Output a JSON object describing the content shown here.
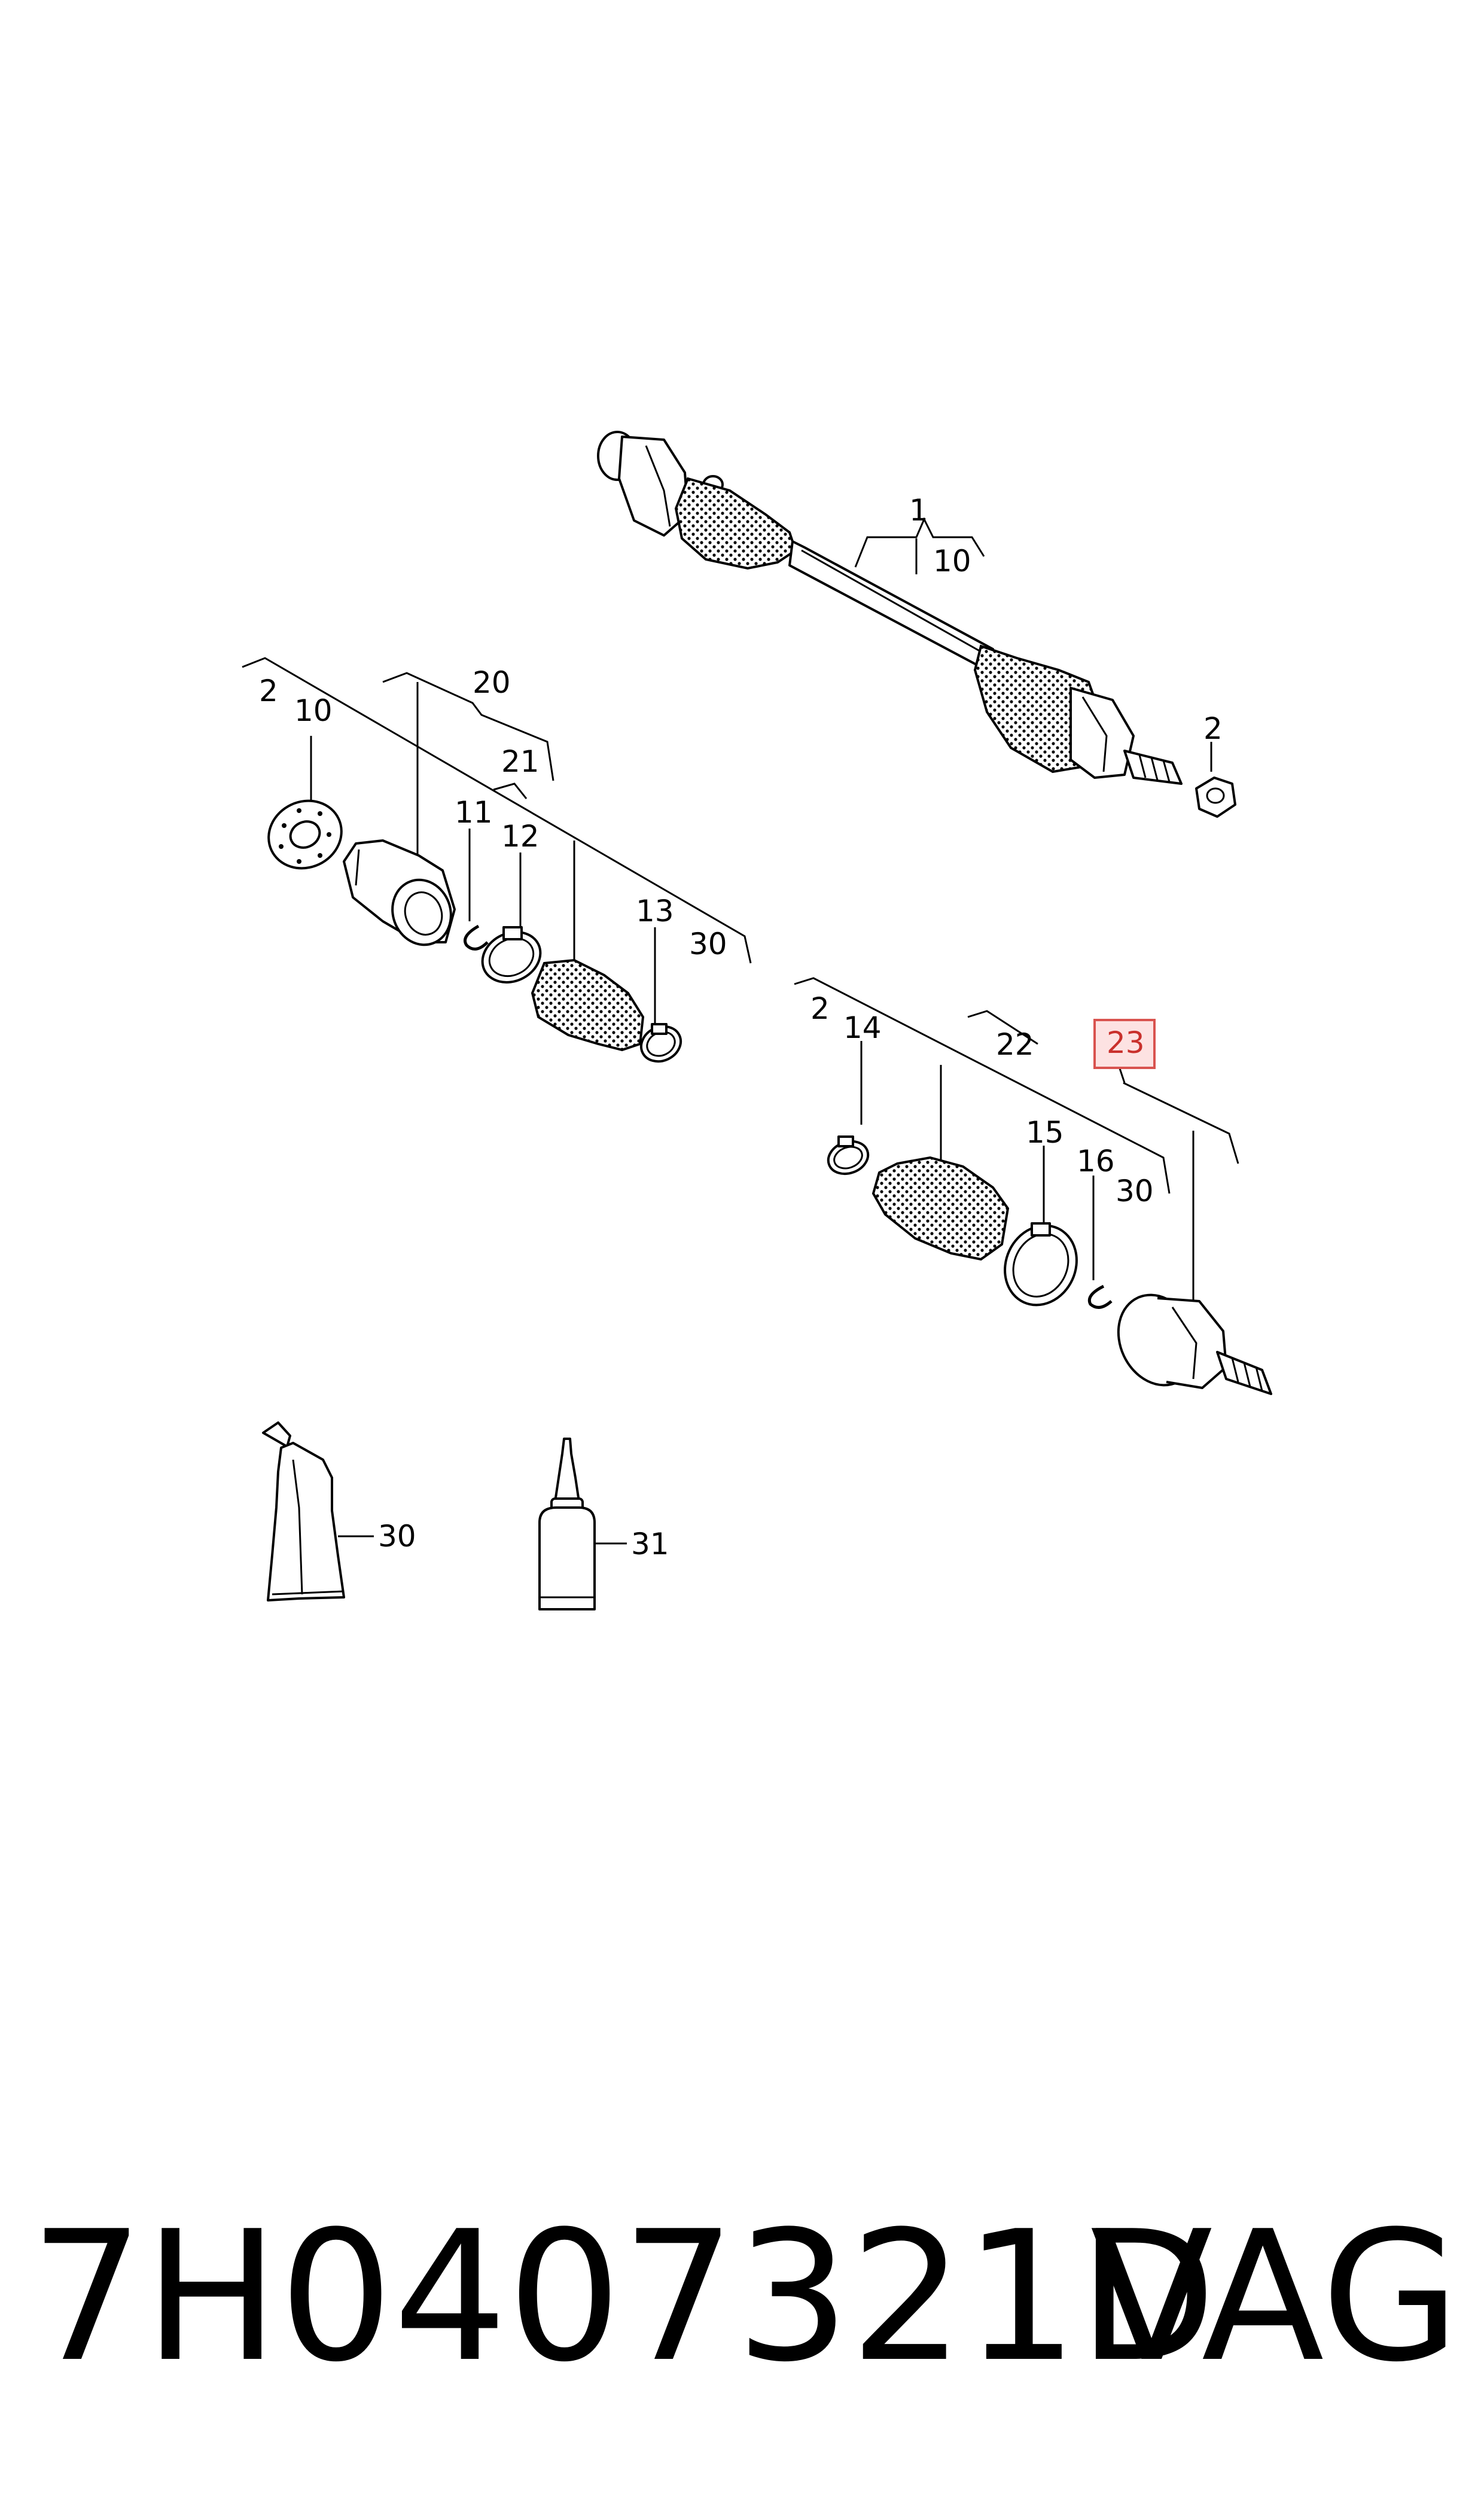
{
  "callouts": {
    "c1": "1",
    "c10_top": "10",
    "c2_topright": "2",
    "c2_left": "2",
    "c10_left": "10",
    "c20": "20",
    "c21": "21",
    "c11": "11",
    "c12": "12",
    "c13": "13",
    "c30_left": "30",
    "c2_mid": "2",
    "c14": "14",
    "c22": "22",
    "c23": "23",
    "c15": "15",
    "c16": "16",
    "c30_mid": "30",
    "c30_tube": "30",
    "c31": "31"
  },
  "highlight": {
    "callout": "23",
    "color": "#d9534f",
    "fill": "#fde2e2"
  },
  "footer": {
    "part_number": "7H0407321D",
    "brand": "VAG"
  }
}
